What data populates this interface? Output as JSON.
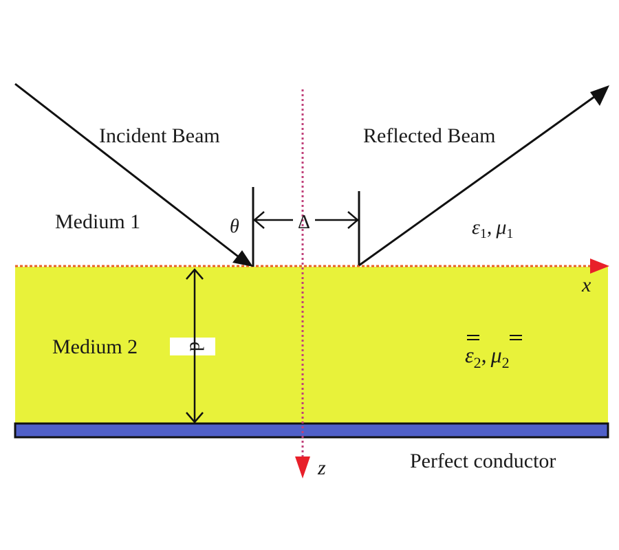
{
  "diagram": {
    "labels": {
      "incident": "Incident Beam",
      "reflected": "Reflected Beam",
      "medium1": "Medium 1",
      "medium2": "Medium 2",
      "theta": "θ",
      "delta": "Δ",
      "eps1": "ε",
      "eps1_sub": "1",
      "comma": ",",
      "mu1": "μ",
      "mu1_sub": "1",
      "eps2": "ε",
      "eps2_sub": "2",
      "mu2": "μ",
      "mu2_sub": "2",
      "d": "d",
      "x_axis": "x",
      "z_axis": "z",
      "conductor": "Perfect conductor"
    },
    "colors": {
      "medium2_fill": "#e8f23a",
      "conductor_fill": "#5060c8",
      "axis_red": "#e8202a",
      "axis_dots": "#c0407a",
      "line": "#111111"
    }
  }
}
